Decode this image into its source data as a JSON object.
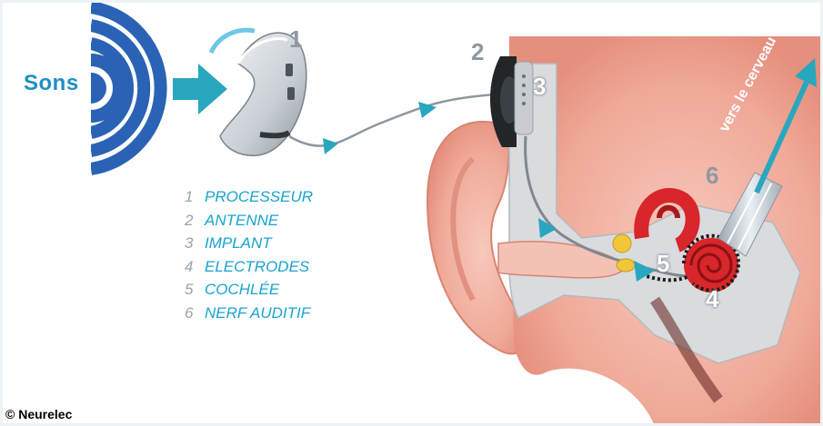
{
  "sounds_label": "Sons",
  "legend": [
    {
      "num": "1",
      "label": "PROCESSEUR"
    },
    {
      "num": "2",
      "label": "ANTENNE"
    },
    {
      "num": "3",
      "label": "IMPLANT"
    },
    {
      "num": "4",
      "label": "ELECTRODES"
    },
    {
      "num": "5",
      "label": "COCHLÉE"
    },
    {
      "num": "6",
      "label": "NERF AUDITIF"
    }
  ],
  "callouts": {
    "processor": "1",
    "antenna": "2",
    "implant": "3",
    "electrodes": "4",
    "cochlea": "5",
    "nerve": "6"
  },
  "brain_label": "vers le cerveau",
  "credit": "© Neurelec",
  "colors": {
    "accent": "#19a3cf",
    "wave_dark": "#2a63b5",
    "skin": "#f2b9aa",
    "bone": "#d9dbde",
    "cochlea_red": "#d8262b"
  }
}
